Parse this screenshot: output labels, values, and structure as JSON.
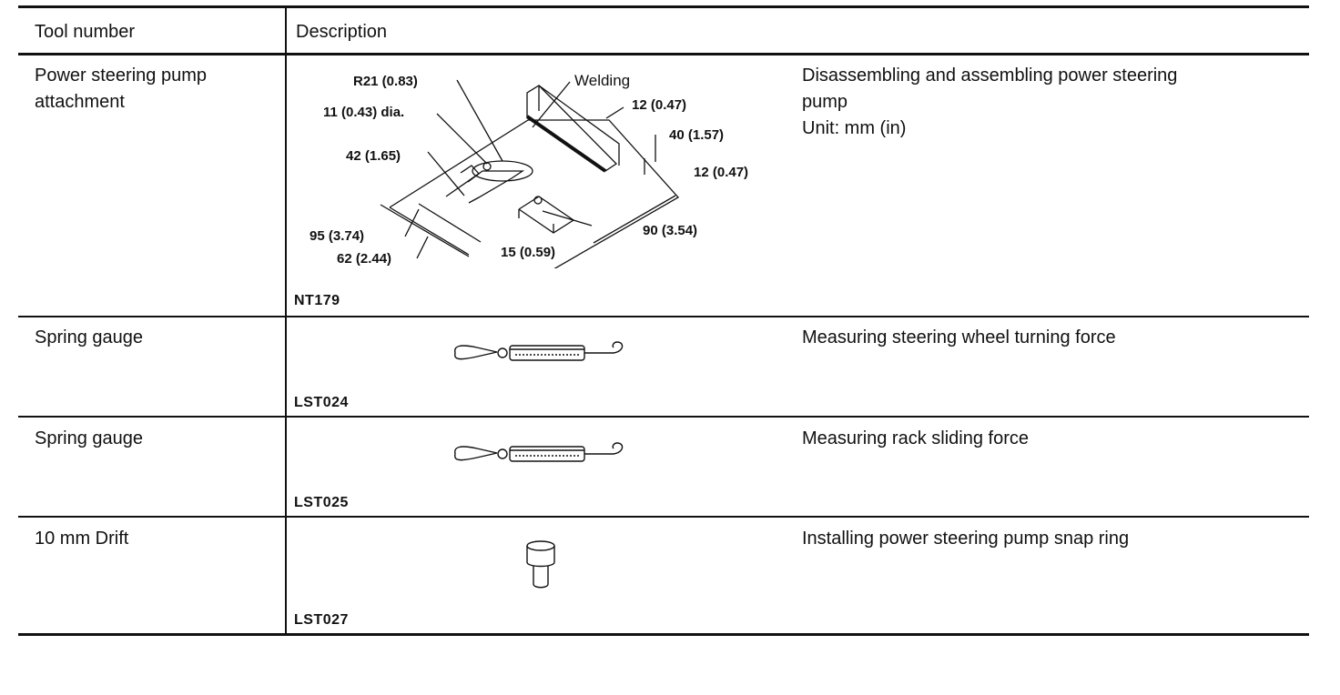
{
  "table": {
    "headers": {
      "tool": "Tool number",
      "description": "Description"
    },
    "rows": [
      {
        "tool": "Power steering pump\nattachment",
        "figure_code": "NT179",
        "description": "Disassembling and assembling power steering\npump\nUnit: mm (in)",
        "figure_labels": {
          "r21": "R21 (0.83)",
          "dia": "11 (0.43) dia.",
          "welding": "Welding",
          "d12a": "12 (0.47)",
          "d40": "40 (1.57)",
          "d42": "42 (1.65)",
          "d12b": "12 (0.47)",
          "d95": "95 (3.74)",
          "d62": "62 (2.44)",
          "d15": "15 (0.59)",
          "d90": "90 (3.54)"
        }
      },
      {
        "tool": "Spring gauge",
        "figure_code": "LST024",
        "description": "Measuring steering wheel turning force"
      },
      {
        "tool": "Spring gauge",
        "figure_code": "LST025",
        "description": "Measuring rack sliding force"
      },
      {
        "tool": "10 mm Drift",
        "figure_code": "LST027",
        "description": "Installing power steering pump snap ring"
      }
    ]
  }
}
